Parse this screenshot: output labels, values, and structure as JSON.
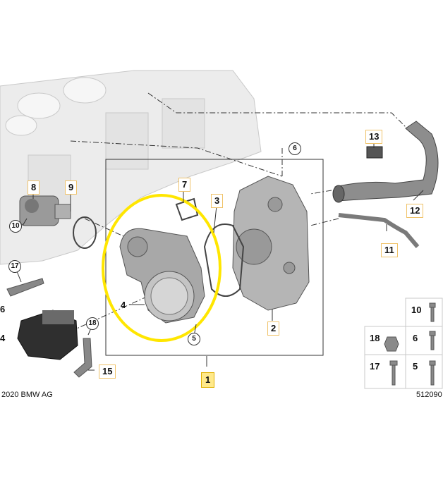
{
  "callouts": {
    "c1": "1",
    "c2": "2",
    "c3": "3",
    "c4": "4",
    "c5": "5",
    "c6": "6",
    "c7": "7",
    "c8": "8",
    "c9": "9",
    "c10": "10",
    "c11": "11",
    "c12": "12",
    "c13": "13",
    "c15": "15",
    "c17": "17",
    "c18": "18",
    "left6": "6",
    "left4": "4"
  },
  "legend": {
    "t10": "10",
    "t18": "18",
    "t6": "6",
    "t17": "17",
    "t5": "5"
  },
  "footer": {
    "copyright": "2020 BMW AG",
    "diagram_id": "512090"
  },
  "colors": {
    "highlight": "#ffe600",
    "accent_box": "#f0c36a",
    "part_gray": "#8a8a8a"
  }
}
